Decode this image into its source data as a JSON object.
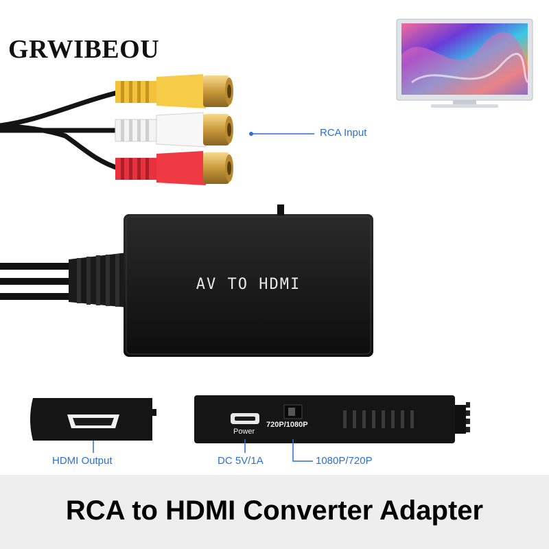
{
  "brand": {
    "name": "GRWIBEOU"
  },
  "device": {
    "label": "AV TO HDMI"
  },
  "callouts": {
    "rca_input": "RCA Input",
    "hdmi_output": "HDMI Output",
    "power_spec": "DC 5V/1A",
    "resolution_switch": "1080P/720P"
  },
  "side_view": {
    "power_label": "Power",
    "switch_label": "720P/1080P"
  },
  "footer": {
    "title": "RCA to HDMI Converter Adapter"
  },
  "colors": {
    "accent": "#2c6fd1",
    "rca_yellow": "#f2c23a",
    "rca_white": "#efefef",
    "rca_red": "#e8313c",
    "device_body": "#151515"
  }
}
